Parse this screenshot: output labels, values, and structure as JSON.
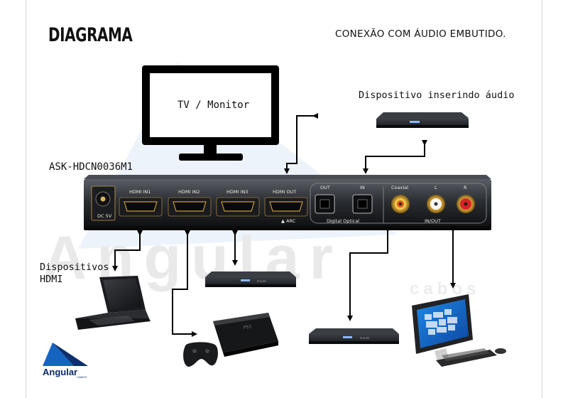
{
  "header": {
    "title": "DIAGRAMA",
    "subtitle": "CONEXÃO COM ÁUDIO EMBUTIDO."
  },
  "labels": {
    "tv": "TV / Monitor",
    "audio_device": "Dispositivo inserindo áudio",
    "model": "ASK-HDCN0036M1",
    "hdmi_devices_line1": "Dispositivos",
    "hdmi_devices_line2": "HDMI"
  },
  "switch_panel": {
    "dc_label": "DC 5V",
    "ports": [
      "HDMI IN1",
      "HDMI IN2",
      "HDMI IN3",
      "HDMI OUT"
    ],
    "arc_label": "▲ ARC",
    "optical_out": "OUT",
    "optical_in": "IN",
    "optical_group": "Digital Optical",
    "coaxial": "Coaxial",
    "left": "L",
    "right": "R",
    "inout": "IN/OUT"
  },
  "player_brand": "PHILIPS",
  "watermark": {
    "brand": "Angular",
    "sub": "cabos"
  },
  "logo": {
    "name": "Angular",
    "sub": "CABOS"
  }
}
